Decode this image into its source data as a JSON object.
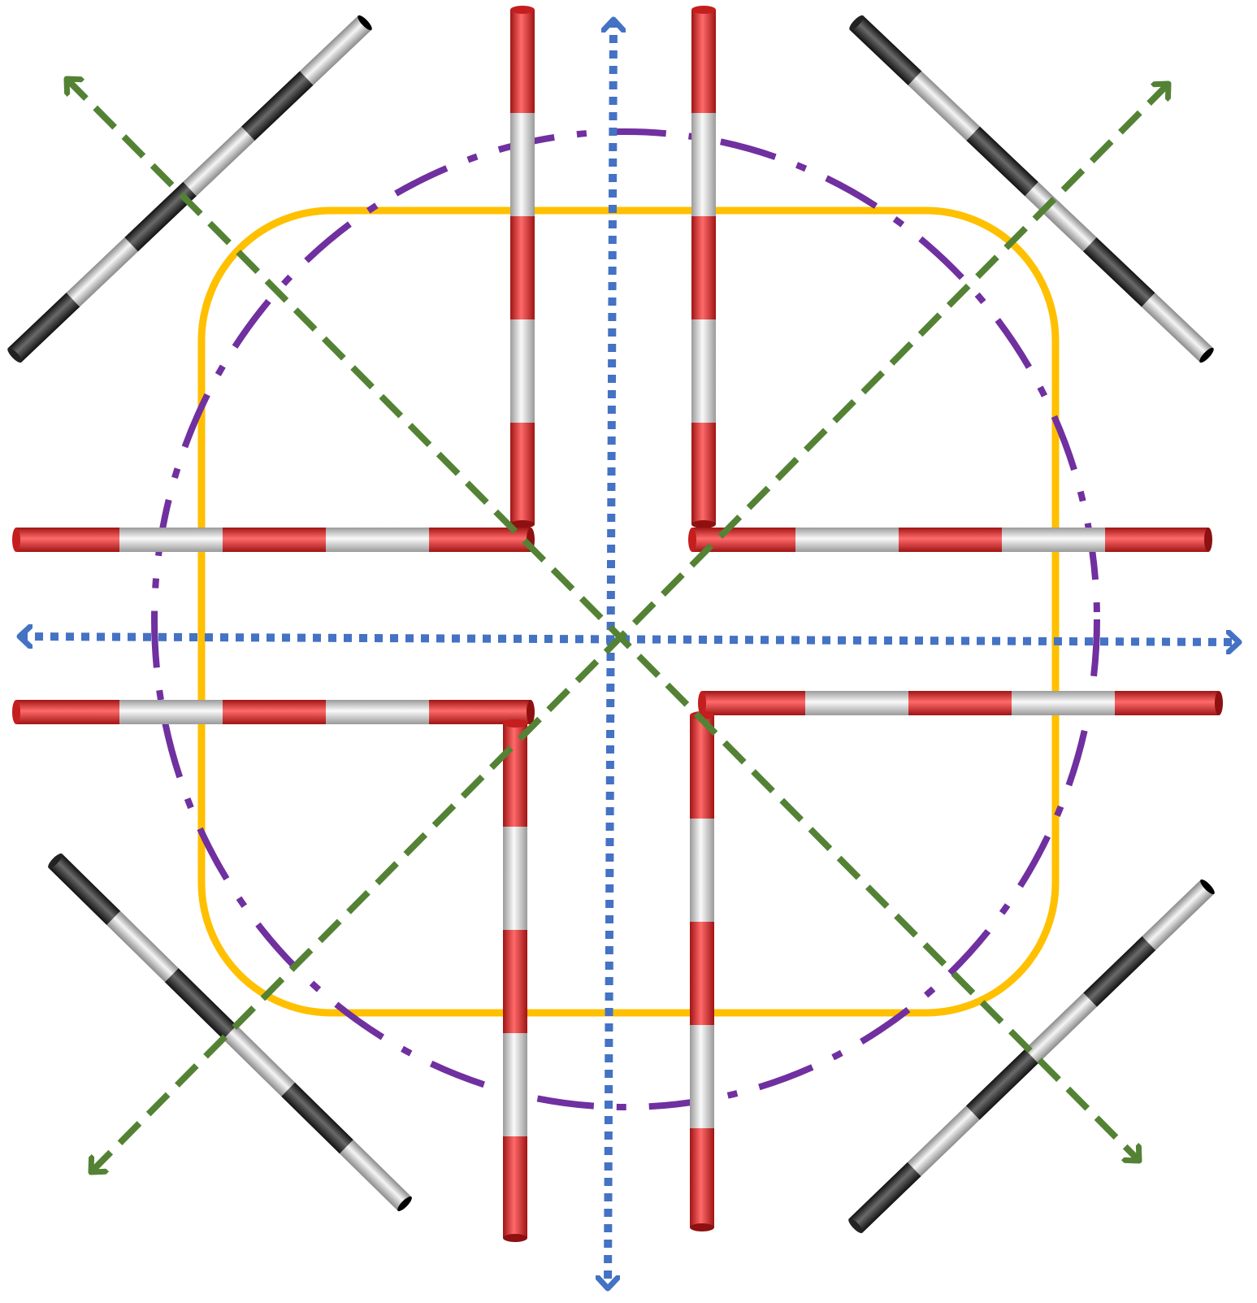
{
  "diagram": {
    "type": "intersection-layout",
    "colors": {
      "background": "#ffffff",
      "rounded_square": "#FFC000",
      "circle": "#7030A0",
      "axis_arrows": "#4472C4",
      "diagonal_arrows": "#548235",
      "barrier_red": "#D22B2B",
      "barrier_white": "#DCDCDC",
      "pole_black": "#2E2E2E",
      "pole_white": "#D8D8D8"
    },
    "line_styles": {
      "rounded_square": "solid",
      "circle": "dash-dot",
      "axis_arrows": "dotted",
      "diagonal_arrows": "dashed"
    },
    "elements": {
      "red_white_barriers": 8,
      "black_white_poles": 4,
      "axis_arrows": 2,
      "diagonal_arrows": 2
    }
  }
}
